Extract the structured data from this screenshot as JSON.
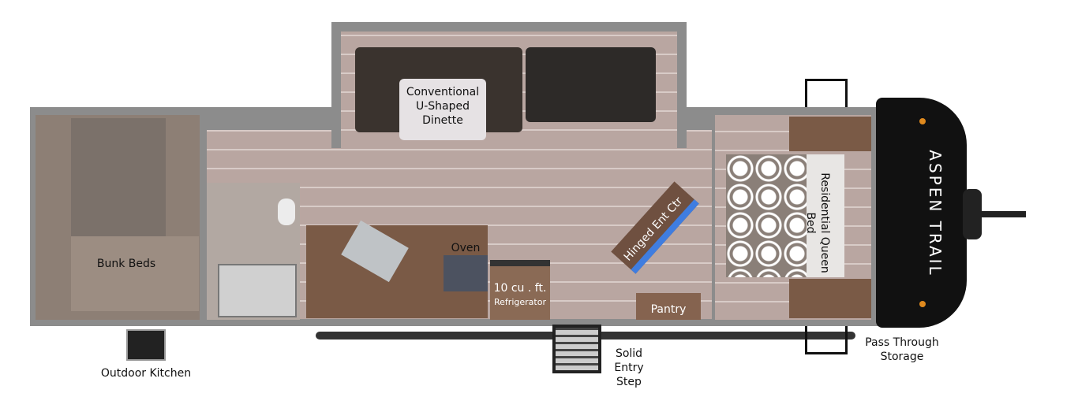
{
  "labels": {
    "dinette": "Conventional U-Shaped Dinette",
    "bunk_beds": "Bunk Beds",
    "oven": "Oven",
    "refrigerator_size": "10 cu . ft.",
    "refrigerator": "Refrigerator",
    "entertainment_center": "Hinged Ent Ctr",
    "pantry": "Pantry",
    "bed": "Residential Queen Bed",
    "brand": "ASPEN TRAIL",
    "pass_through_storage": "Pass Through Storage",
    "entry_step": "Solid Entry Step",
    "outdoor_kitchen": "Outdoor Kitchen"
  },
  "colors": {
    "wall": "#8c8c8c",
    "floor": "#b9a6a1",
    "wood": "#7a5a46",
    "cap": "#111111",
    "accent": "#e08a1e"
  }
}
